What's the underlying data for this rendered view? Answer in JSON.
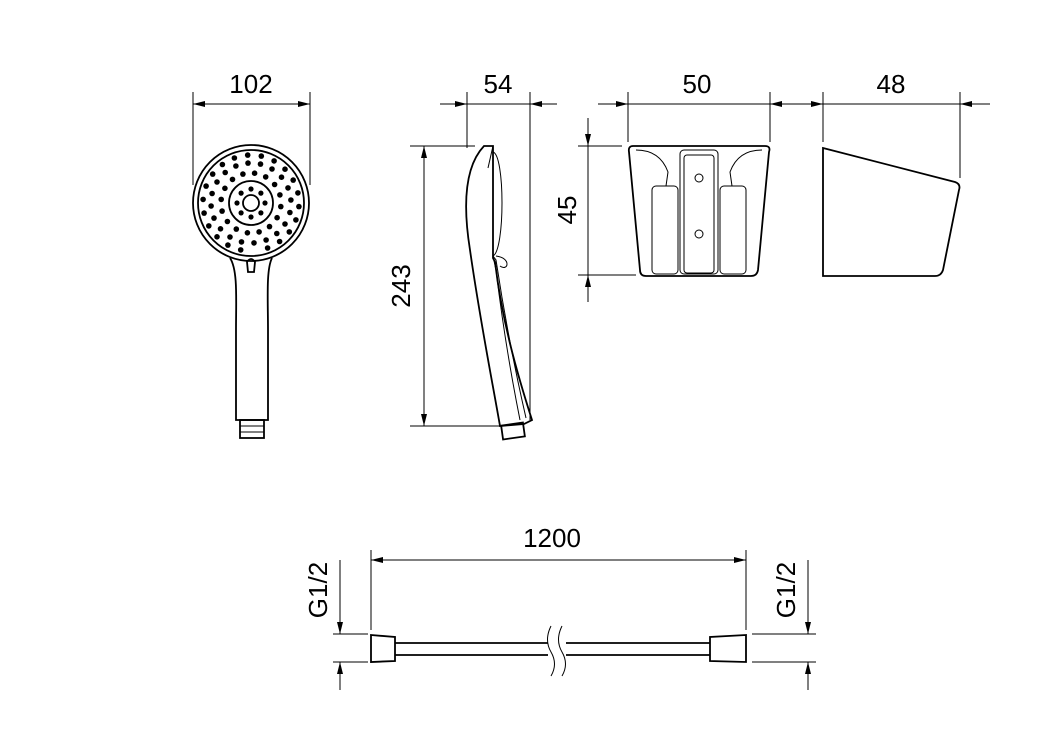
{
  "dimensions": {
    "head_width": "102",
    "head_depth": "54",
    "head_length": "243",
    "holder_width": "50",
    "holder_height": "45",
    "holder_depth": "48",
    "hose_length": "1200",
    "hose_thread_left": "G1/2",
    "hose_thread_right": "G1/2"
  }
}
